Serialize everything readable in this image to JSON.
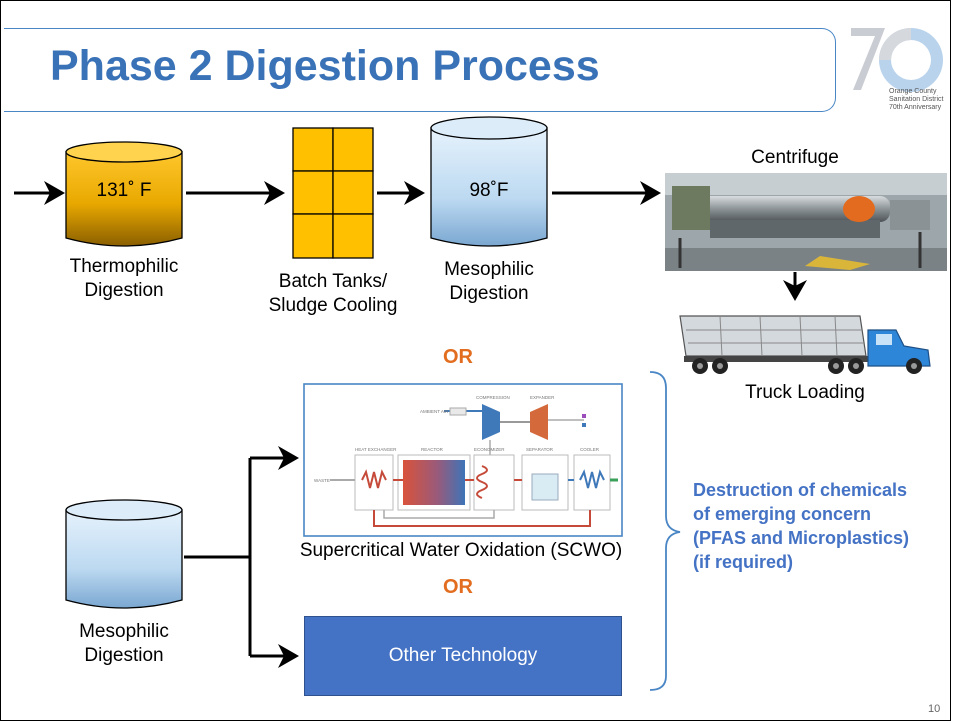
{
  "slide": {
    "title": "Phase 2 Digestion Process",
    "page_number": "10"
  },
  "logo": {
    "line1": "Orange County",
    "line2": "Sanitation District",
    "line3": "70th Anniversary"
  },
  "top_row": {
    "thermophilic": {
      "temp": "131˚ F",
      "label_line1": "Thermophilic",
      "label_line2": "Digestion"
    },
    "batch": {
      "label_line1": "Batch Tanks/",
      "label_line2": "Sludge Cooling"
    },
    "mesophilic": {
      "temp": "98˚F",
      "label_line1": "Mesophilic",
      "label_line2": "Digestion"
    },
    "centrifuge": {
      "label": "Centrifuge"
    },
    "truck": {
      "label": "Truck Loading"
    }
  },
  "or_label": "OR",
  "bottom": {
    "mesophilic": {
      "label_line1": "Mesophilic",
      "label_line2": "Digestion"
    },
    "scwo": {
      "caption": "Supercritical Water Oxidation (SCWO)",
      "labels": {
        "ambient_air": "AMBIENT AIR",
        "compression": "COMPRESSION",
        "expander": "EXPANDER",
        "heat_exchanger": "HEAT EXCHANGER",
        "reactor": "REACTOR",
        "economizer": "ECONOMIZER",
        "separator": "SEPARATOR",
        "cooler": "COOLER",
        "waste": "WASTE"
      }
    },
    "other": {
      "label": "Other Technology"
    }
  },
  "destruction": {
    "line1": "Destruction of chemicals",
    "line2": "of emerging concern",
    "line3": "(PFAS and Microplastics)",
    "line4": "(if required)"
  },
  "colors": {
    "title_blue": "#3a72b7",
    "or_orange": "#e26d1f",
    "tank_gold": "#f0b800",
    "tank_blue": "#b8d8f0",
    "other_box": "#4472c4",
    "destruction_text": "#4472c4"
  }
}
